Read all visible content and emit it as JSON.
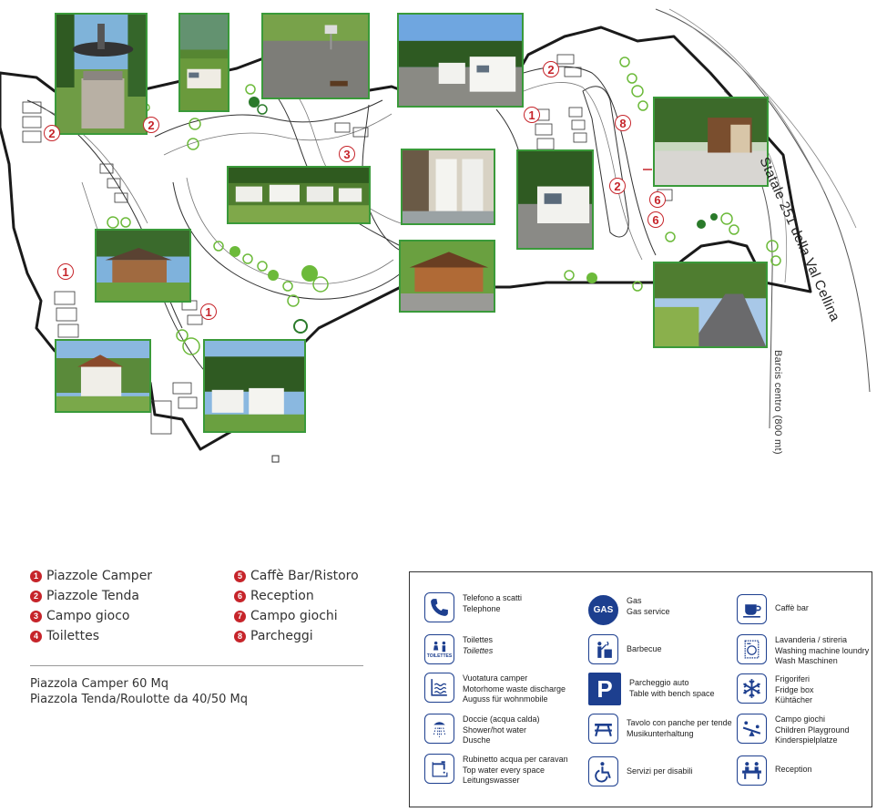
{
  "map": {
    "road_main": "Statale 251 della Val Cellina",
    "road_barcis": "Barcis centro (800 mt)",
    "badges": [
      "2",
      "2",
      "1",
      "3",
      "2",
      "1",
      "8",
      "2",
      "6",
      "6",
      "1"
    ]
  },
  "legend": {
    "items": [
      {
        "num": "1",
        "label": "Piazzole Camper"
      },
      {
        "num": "2",
        "label": "Piazzole Tenda"
      },
      {
        "num": "3",
        "label": "Campo gioco"
      },
      {
        "num": "4",
        "label": "Toilettes"
      },
      {
        "num": "5",
        "label": "Caffè Bar/Ristoro"
      },
      {
        "num": "6",
        "label": "Reception"
      },
      {
        "num": "7",
        "label": "Campo giochi"
      },
      {
        "num": "8",
        "label": "Parcheggi"
      }
    ],
    "size_camper": "Piazzola Camper 60 Mq",
    "size_tenda": "Piazzola Tenda/Roulotte da 40/50 Mq"
  },
  "services": {
    "telefono": {
      "icon": "telephone-icon",
      "l1": "Telefono a scatti",
      "l2": "Telephone",
      "l3": ""
    },
    "gas": {
      "icon": "gas-icon",
      "badge": "GAS",
      "l1": "Gas",
      "l2": "Gas service",
      "l3": ""
    },
    "caffe": {
      "icon": "coffee-cup-icon",
      "l1": "Caffè bar",
      "l2": "",
      "l3": ""
    },
    "toilettes": {
      "icon": "toilets-icon",
      "badge": "TOILETTES",
      "l1": "Toilettes",
      "l2": "Toilettes",
      "l3": ""
    },
    "barbecue": {
      "icon": "barbecue-icon",
      "l1": "Barbecue",
      "l2": "",
      "l3": ""
    },
    "lavanderia": {
      "icon": "washing-machine-icon",
      "l1": "Lavanderia / stireria",
      "l2": "Washing machine loundry",
      "l3": "Wash Maschinen"
    },
    "vuotatura": {
      "icon": "waste-discharge-icon",
      "l1": "Vuotatura camper",
      "l2": "Motorhome waste discharge",
      "l3": "Auguss für wohnmobile"
    },
    "parcheggio": {
      "icon": "parking-icon",
      "badge": "P",
      "l1": "Parcheggio auto",
      "l2": "Table with bench space",
      "l3": ""
    },
    "frigoriferi": {
      "icon": "snowflake-icon",
      "l1": "Frigoriferi",
      "l2": "Fridge box",
      "l3": "Kühtächer"
    },
    "doccia": {
      "icon": "shower-icon",
      "l1": "Doccie (acqua calda)",
      "l2": "Shower/hot water",
      "l3": "Dusche"
    },
    "tavolo": {
      "icon": "picnic-table-icon",
      "l1": "Tavolo con panche per tende",
      "l2": "Musikunterhaltung",
      "l3": ""
    },
    "campo_giochi": {
      "icon": "seesaw-icon",
      "l1": "Campo giochi",
      "l2": "Children Playground",
      "l3": "Kinderspielplatze"
    },
    "rubinetto": {
      "icon": "water-tap-icon",
      "l1": "Rubinetto acqua per caravan",
      "l2": "Top water every space",
      "l3": "Leitungswasser"
    },
    "disabili": {
      "icon": "wheelchair-icon",
      "l1": "Servizi per disabili",
      "l2": "",
      "l3": ""
    },
    "reception": {
      "icon": "reception-desk-icon",
      "l1": "Reception",
      "l2": "",
      "l3": ""
    }
  },
  "colors": {
    "badge_red": "#c6242a",
    "icon_blue": "#1d3f8f",
    "photo_border": "#3a9a3a",
    "tree_green": "#6cba3a"
  }
}
